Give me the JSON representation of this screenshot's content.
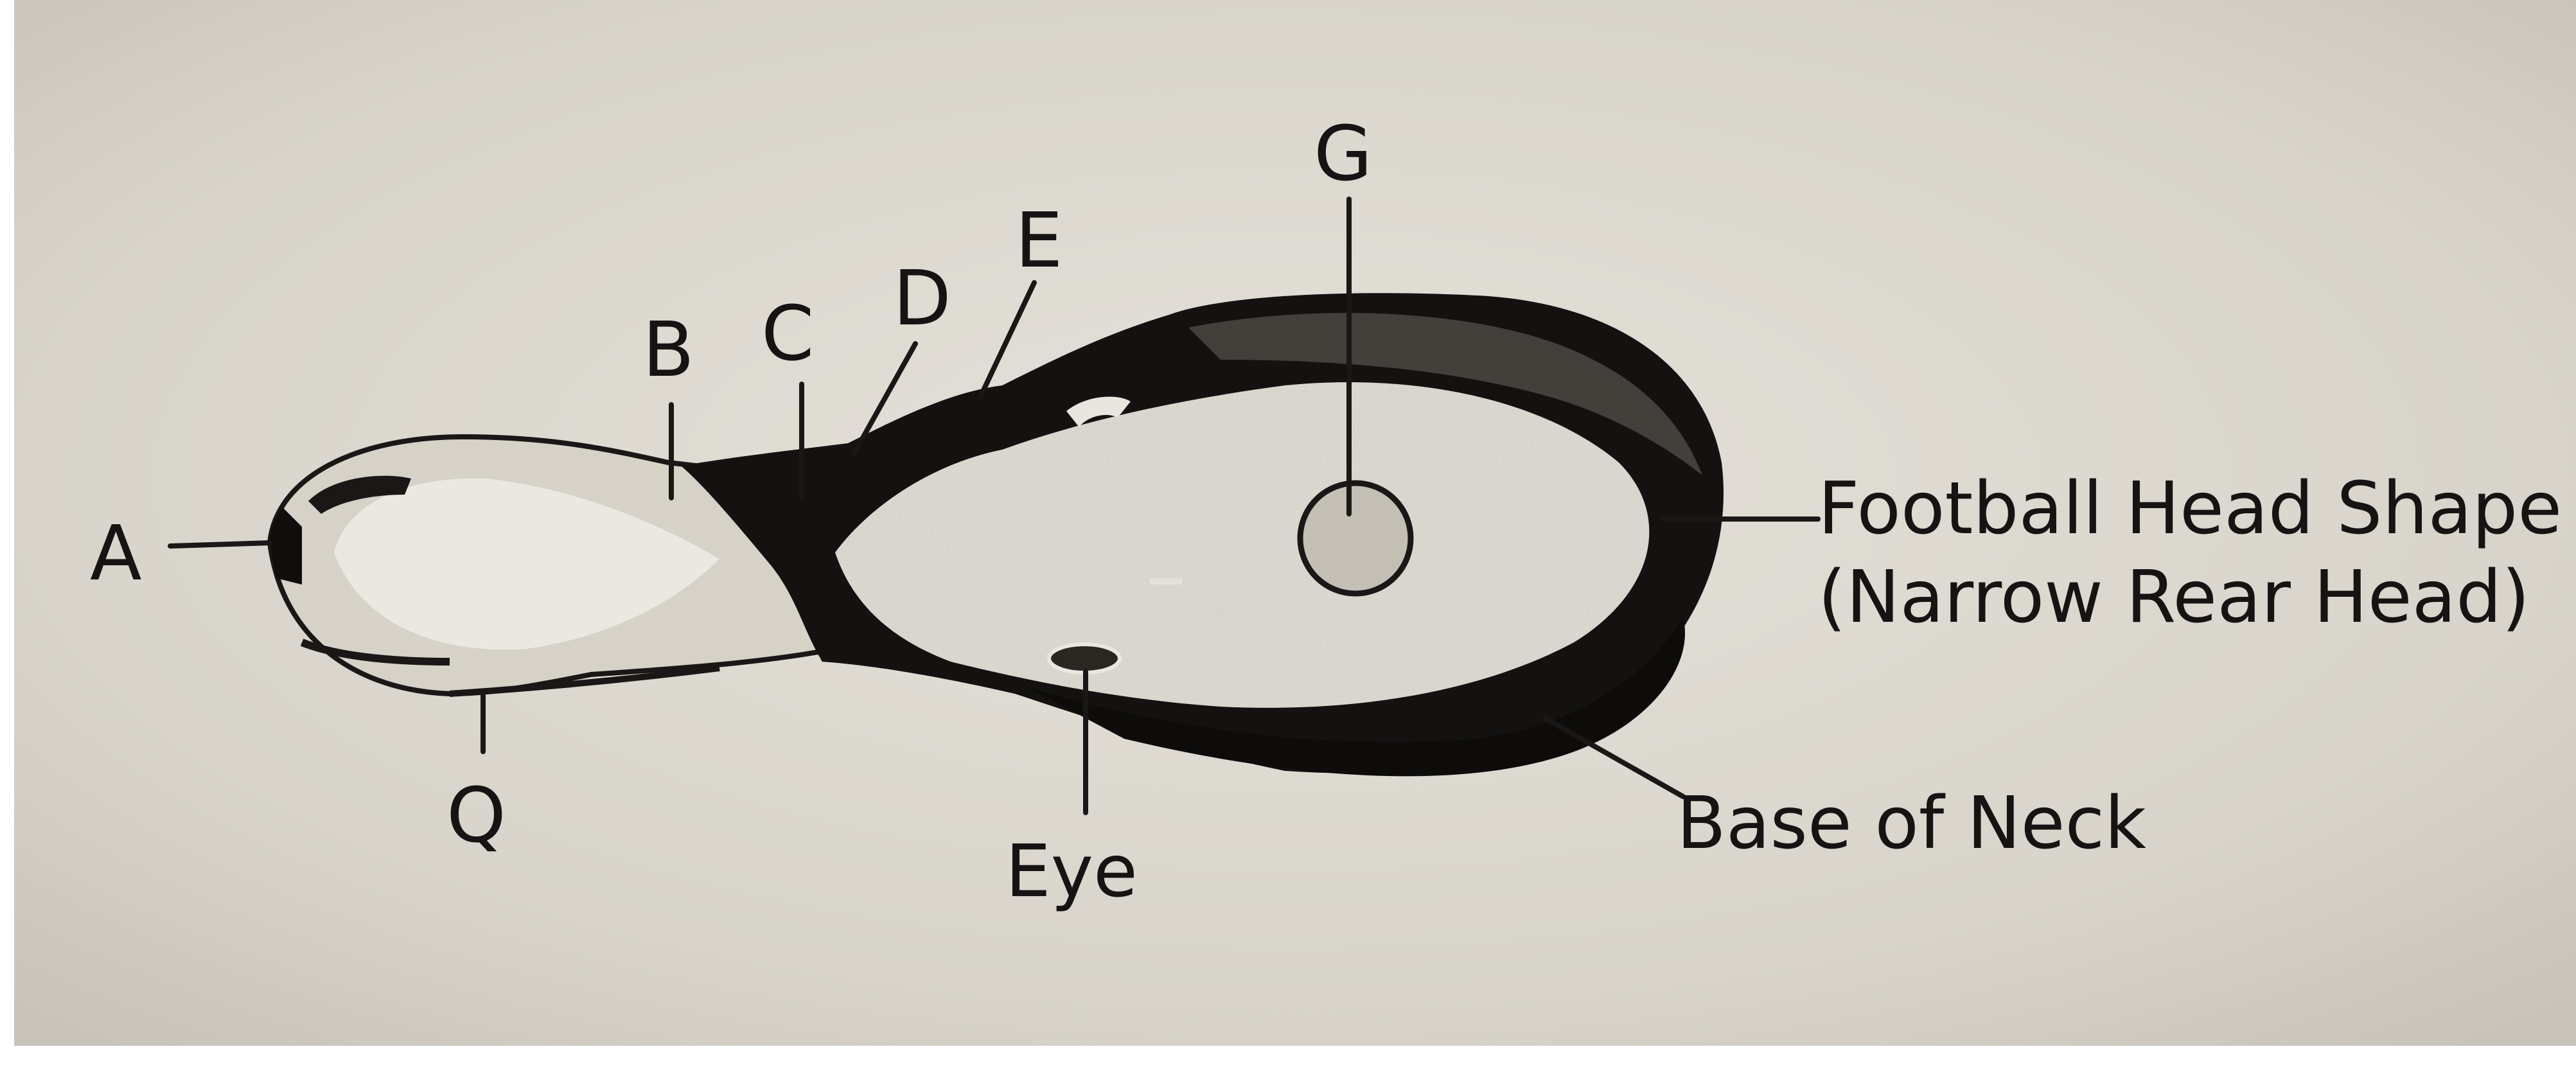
{
  "diagram": {
    "labels": {
      "A": "A",
      "B": "B",
      "C": "C",
      "D": "D",
      "E": "E",
      "G": "G",
      "Q": "Q",
      "eye": "Eye",
      "base_of_neck": "Base of Neck",
      "football_line1": "Football Head Shape",
      "football_line2": "(Narrow Rear Head)"
    },
    "colors": {
      "paper": "#dcd8cf",
      "ink": "#161412",
      "stipple_light": "#ebe8e2"
    }
  }
}
